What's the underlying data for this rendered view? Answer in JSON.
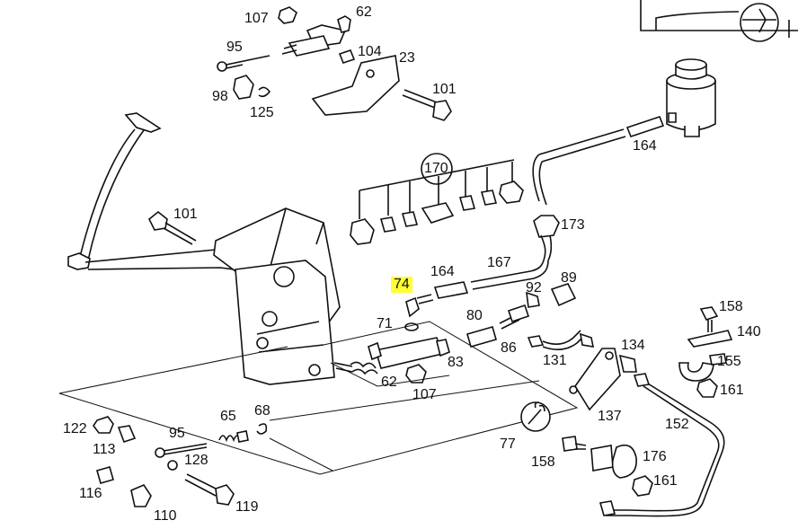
{
  "diagram": {
    "highlight_color": "#ffff33",
    "part_labels": [
      {
        "id": "107-top",
        "text": "107"
      },
      {
        "id": "62-top",
        "text": "62"
      },
      {
        "id": "95-top",
        "text": "95"
      },
      {
        "id": "104",
        "text": "104"
      },
      {
        "id": "23",
        "text": "23"
      },
      {
        "id": "98",
        "text": "98"
      },
      {
        "id": "125",
        "text": "125"
      },
      {
        "id": "101-top",
        "text": "101"
      },
      {
        "id": "164-top",
        "text": "164"
      },
      {
        "id": "170",
        "text": "170"
      },
      {
        "id": "101-mid",
        "text": "101"
      },
      {
        "id": "173",
        "text": "173"
      },
      {
        "id": "167",
        "text": "167"
      },
      {
        "id": "164-mid",
        "text": "164"
      },
      {
        "id": "74",
        "text": "74",
        "highlighted": true
      },
      {
        "id": "89",
        "text": "89"
      },
      {
        "id": "92",
        "text": "92"
      },
      {
        "id": "80",
        "text": "80"
      },
      {
        "id": "71",
        "text": "71"
      },
      {
        "id": "86",
        "text": "86"
      },
      {
        "id": "158-top",
        "text": "158"
      },
      {
        "id": "140",
        "text": "140"
      },
      {
        "id": "134",
        "text": "134"
      },
      {
        "id": "131",
        "text": "131"
      },
      {
        "id": "83",
        "text": "83"
      },
      {
        "id": "155",
        "text": "155"
      },
      {
        "id": "62-mid",
        "text": "62"
      },
      {
        "id": "107-mid",
        "text": "107"
      },
      {
        "id": "161-top",
        "text": "161"
      },
      {
        "id": "137",
        "text": "137"
      },
      {
        "id": "122",
        "text": "122"
      },
      {
        "id": "65",
        "text": "65"
      },
      {
        "id": "68",
        "text": "68"
      },
      {
        "id": "152",
        "text": "152"
      },
      {
        "id": "95-bot",
        "text": "95"
      },
      {
        "id": "113",
        "text": "113"
      },
      {
        "id": "77",
        "text": "77"
      },
      {
        "id": "128",
        "text": "128"
      },
      {
        "id": "158-bot",
        "text": "158"
      },
      {
        "id": "176",
        "text": "176"
      },
      {
        "id": "116",
        "text": "116"
      },
      {
        "id": "161-bot",
        "text": "161"
      },
      {
        "id": "119",
        "text": "119"
      },
      {
        "id": "110",
        "text": "110"
      }
    ]
  }
}
